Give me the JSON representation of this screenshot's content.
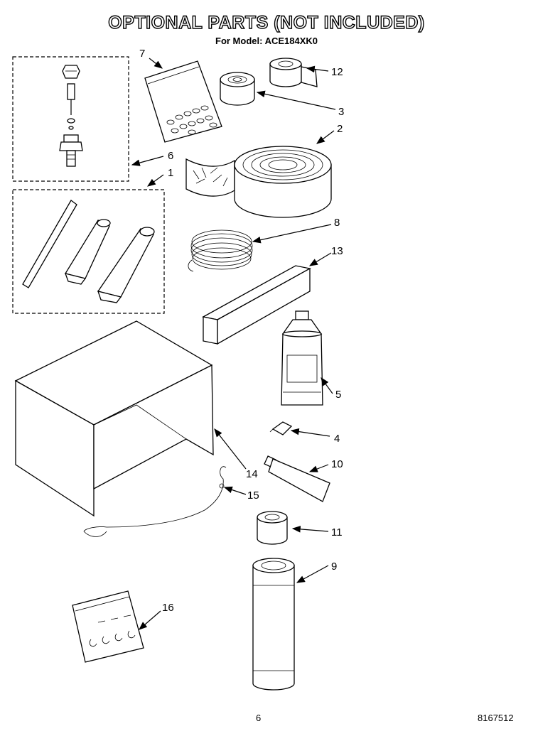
{
  "header": {
    "title": "OPTIONAL PARTS (NOT INCLUDED)",
    "subtitle": "For Model: ACE184XK0"
  },
  "footer": {
    "page_number": "6",
    "document_number": "8167512"
  },
  "callouts": {
    "c1": "1",
    "c2": "2",
    "c3": "3",
    "c4": "4",
    "c5": "5",
    "c6": "6",
    "c7": "7",
    "c8": "8",
    "c9": "9",
    "c10": "10",
    "c11": "11",
    "c12": "12",
    "c13": "13",
    "c14": "14",
    "c15": "15",
    "c16": "16"
  }
}
